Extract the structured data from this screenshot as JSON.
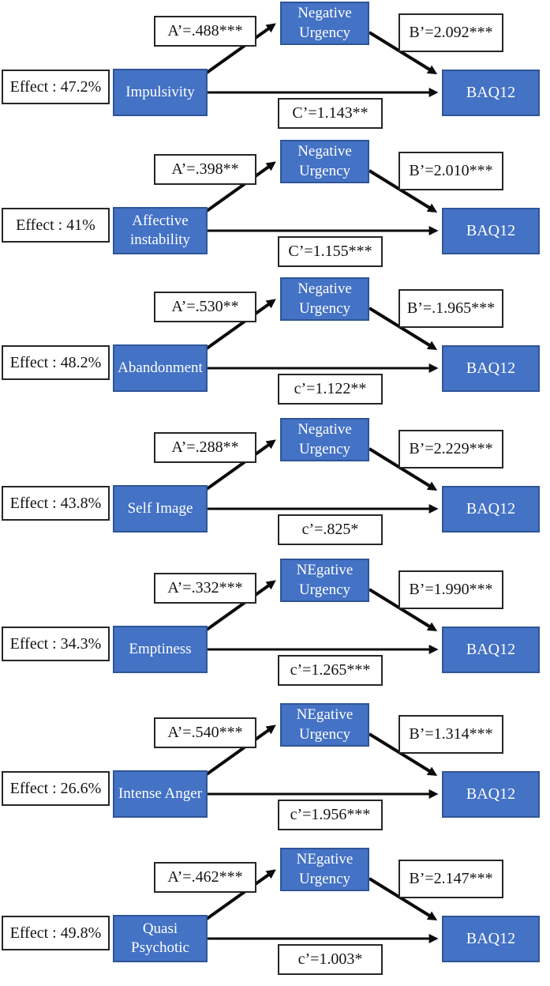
{
  "colors": {
    "node_fill": "#4472c4",
    "node_border": "#2f5597",
    "node_text": "#ffffff",
    "label_border": "#262626",
    "arrow": "#0b0b0b",
    "background": "#ffffff"
  },
  "models": [
    {
      "effect": "Effect : 47.2%",
      "predictor": "Impulsivity",
      "mediator": "Negative Urgency",
      "outcome": "BAQ12",
      "a_path": "A’=.488***",
      "b_path": "B’=2.092***",
      "c_path": "C’=1.143**"
    },
    {
      "effect": "Effect : 41%",
      "predictor": "Affective instability",
      "mediator": "Negative Urgency",
      "outcome": "BAQ12",
      "a_path": "A’=.398**",
      "b_path": "B’=2.010***",
      "c_path": "C’=1.155***"
    },
    {
      "effect": "Effect : 48.2%",
      "predictor": "Abandonment",
      "mediator": "Negative Urgency",
      "outcome": "BAQ12",
      "a_path": "A’=.530**",
      "b_path": "B’=.1.965***",
      "c_path": "c’=1.122**"
    },
    {
      "effect": "Effect : 43.8%",
      "predictor": "Self Image",
      "mediator": "Negative Urgency",
      "outcome": "BAQ12",
      "a_path": "A’=.288**",
      "b_path": "B’=2.229***",
      "c_path": "c’=.825*"
    },
    {
      "effect": "Effect : 34.3%",
      "predictor": "Emptiness",
      "mediator": "NEgative Urgency",
      "outcome": "BAQ12",
      "a_path": "A’=.332***",
      "b_path": "B’=1.990***",
      "c_path": "c’=1.265***"
    },
    {
      "effect": "Effect : 26.6%",
      "predictor": "Intense Anger",
      "mediator": "NEgative Urgency",
      "outcome": "BAQ12",
      "a_path": "A’=.540***",
      "b_path": "B’=1.314***",
      "c_path": "c’=1.956***"
    },
    {
      "effect": "Effect : 49.8%",
      "predictor": "Quasi Psychotic",
      "mediator": "NEgative Urgency",
      "outcome": "BAQ12",
      "a_path": "A’=.462***",
      "b_path": "B’=2.147***",
      "c_path": "c’=1.003*"
    }
  ]
}
